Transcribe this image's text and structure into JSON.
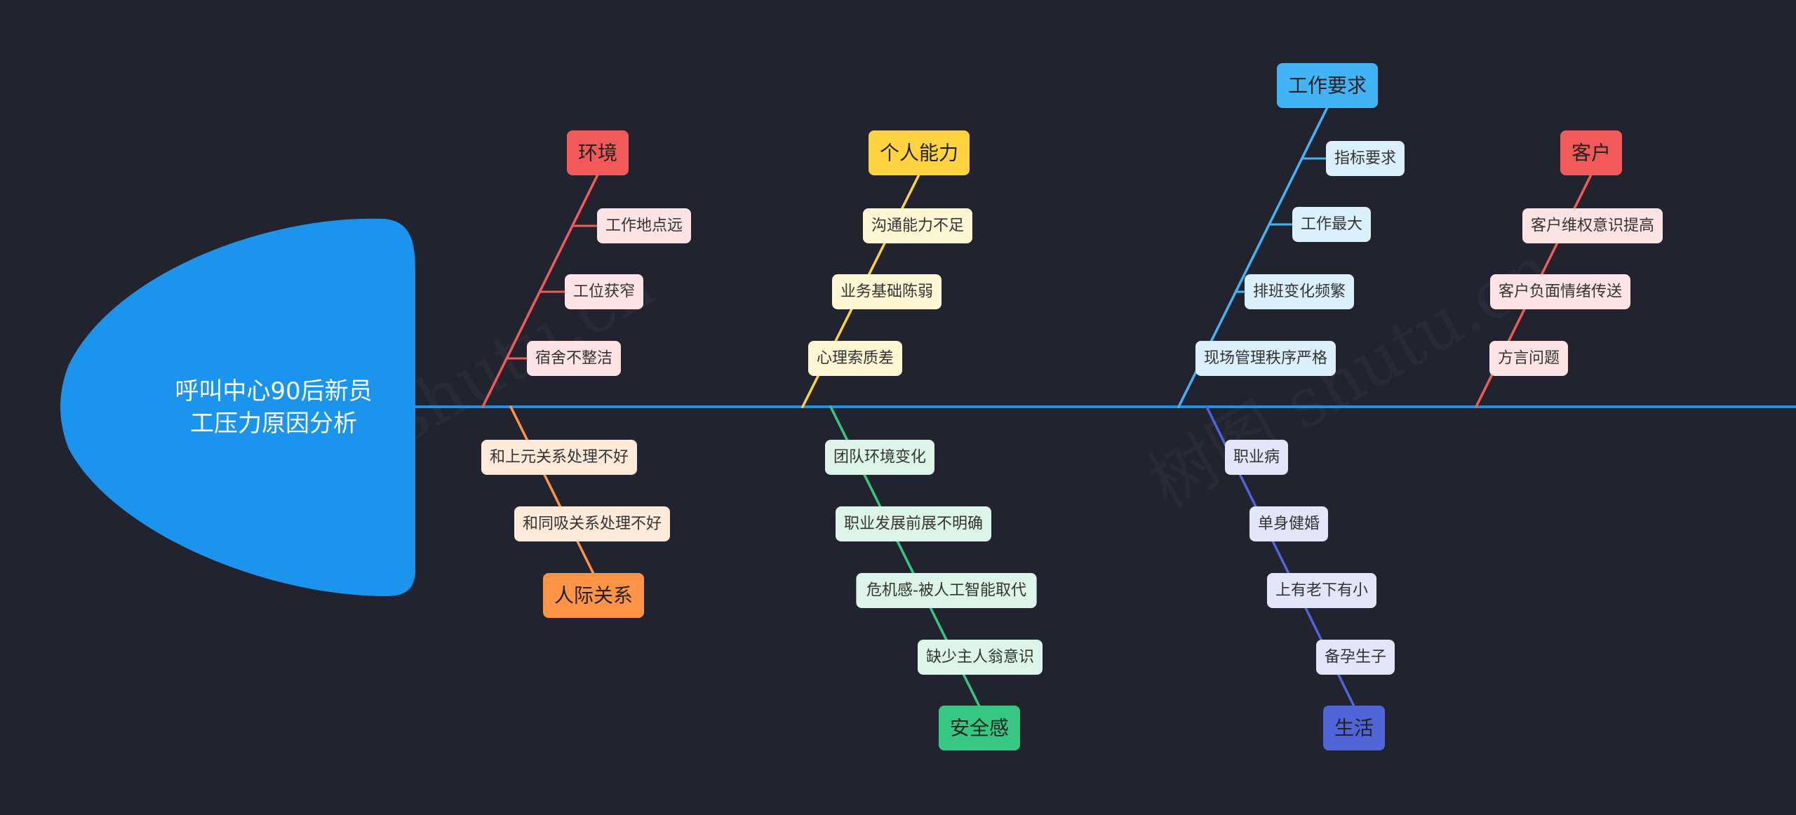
{
  "title_lines": [
    "呼叫中心90后新员",
    "工压力原因分析"
  ],
  "watermarks": [
    "树图 shutu.cn",
    "树图 shutu.cn"
  ],
  "colors": {
    "background": "#21232e",
    "spine": "#1e90e6",
    "head": "#1a94ec"
  },
  "branches": [
    {
      "label": "环境",
      "color": "#f25a5a",
      "leaf_fill": "#fde3e3",
      "children": [
        "工作地点远",
        "工位获窄",
        "宿舍不整洁"
      ]
    },
    {
      "label": "人际关系",
      "color": "#ff9447",
      "leaf_fill": "#ffe9d9",
      "children": [
        "和上元关系处理不好",
        "和同吸关系处理不好"
      ]
    },
    {
      "label": "个人能力",
      "color": "#ffd23f",
      "leaf_fill": "#fff7d4",
      "children": [
        "沟通能力不足",
        "业务基础陈弱",
        "心理索质差"
      ]
    },
    {
      "label": "安全感",
      "color": "#36c882",
      "leaf_fill": "#dcf5e8",
      "children": [
        "团队环境变化",
        "职业发展前展不明确",
        "危机感-被人工智能取代",
        "缺少主人翁意识"
      ]
    },
    {
      "label": "工作要求",
      "color": "#42b4f5",
      "leaf_fill": "#dbf0fd",
      "children": [
        "指标要求",
        "工作最大",
        "排班变化频繁",
        "现场管理秩序严格"
      ]
    },
    {
      "label": "生活",
      "color": "#5065d8",
      "leaf_fill": "#e2e6f8",
      "children": [
        "职业病",
        "单身健婚",
        "上有老下有小",
        "备孕生子"
      ]
    },
    {
      "label": "客户",
      "color": "#f25a5a",
      "leaf_fill": "#fde3e3",
      "children": [
        "客户维权意识提高",
        "客户负面情绪传送",
        "方言问题"
      ]
    }
  ]
}
